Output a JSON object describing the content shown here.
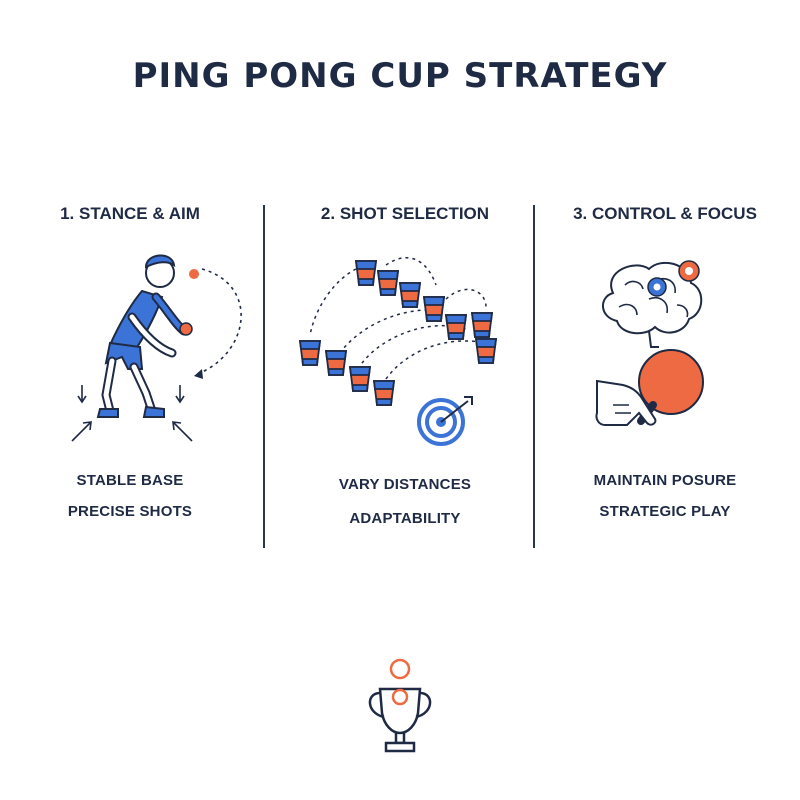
{
  "title": "PING PONG CUP STRATEGY",
  "columns": [
    {
      "heading": "1. STANCE & AIM",
      "captions": [
        "STABLE BASE",
        "PRECISE SHOTS"
      ],
      "icon": "player-stance-illustration"
    },
    {
      "heading": "2. SHOT SELECTION",
      "captions": [
        "VARY DISTANCES",
        "ADAPTABILITY"
      ],
      "icon": "cups-and-target-illustration"
    },
    {
      "heading": "3. CONTROL & FOCUS",
      "captions": [
        "MAINTAIN POSURE",
        "STRATEGIC PLAY"
      ],
      "icon": "brain-and-paddle-illustration"
    }
  ],
  "footer_icon": "trophy-icon",
  "colors": {
    "navy": "#1f2a44",
    "blue": "#3b73d6",
    "orange": "#ee6a42"
  }
}
